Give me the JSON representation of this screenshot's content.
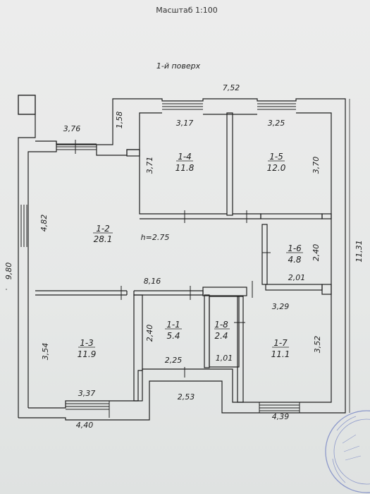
{
  "header": {
    "scale": "Масштаб 1:100",
    "floor": "1-й поверх"
  },
  "dims": {
    "top": "7,52",
    "left_total": "9,80",
    "right_total": "11,31",
    "bottom_left": "4,40",
    "bottom_right": "4,39",
    "bottom_mid": "2,53",
    "d_376": "3,76",
    "d_158": "1,58",
    "d_317": "3,17",
    "d_325": "3,25",
    "d_371": "3,71",
    "d_370": "3,70",
    "d_482": "4,82",
    "d_240_right": "2,40",
    "d_201": "2,01",
    "d_816": "8,16",
    "d_329": "3,29",
    "d_240_left": "2,40",
    "d_354": "3,54",
    "d_352": "3,52",
    "d_225": "2,25",
    "d_101": "1,01",
    "d_337": "3,37"
  },
  "height_note": "h=2.75",
  "rooms": [
    {
      "id": "1-2",
      "area": "28.1"
    },
    {
      "id": "1-4",
      "area": "11.8"
    },
    {
      "id": "1-5",
      "area": "12.0"
    },
    {
      "id": "1-6",
      "area": "4.8"
    },
    {
      "id": "1-3",
      "area": "11.9"
    },
    {
      "id": "1-1",
      "area": "5.4"
    },
    {
      "id": "1-8",
      "area": "2.4"
    },
    {
      "id": "1-7",
      "area": "11.1"
    }
  ]
}
